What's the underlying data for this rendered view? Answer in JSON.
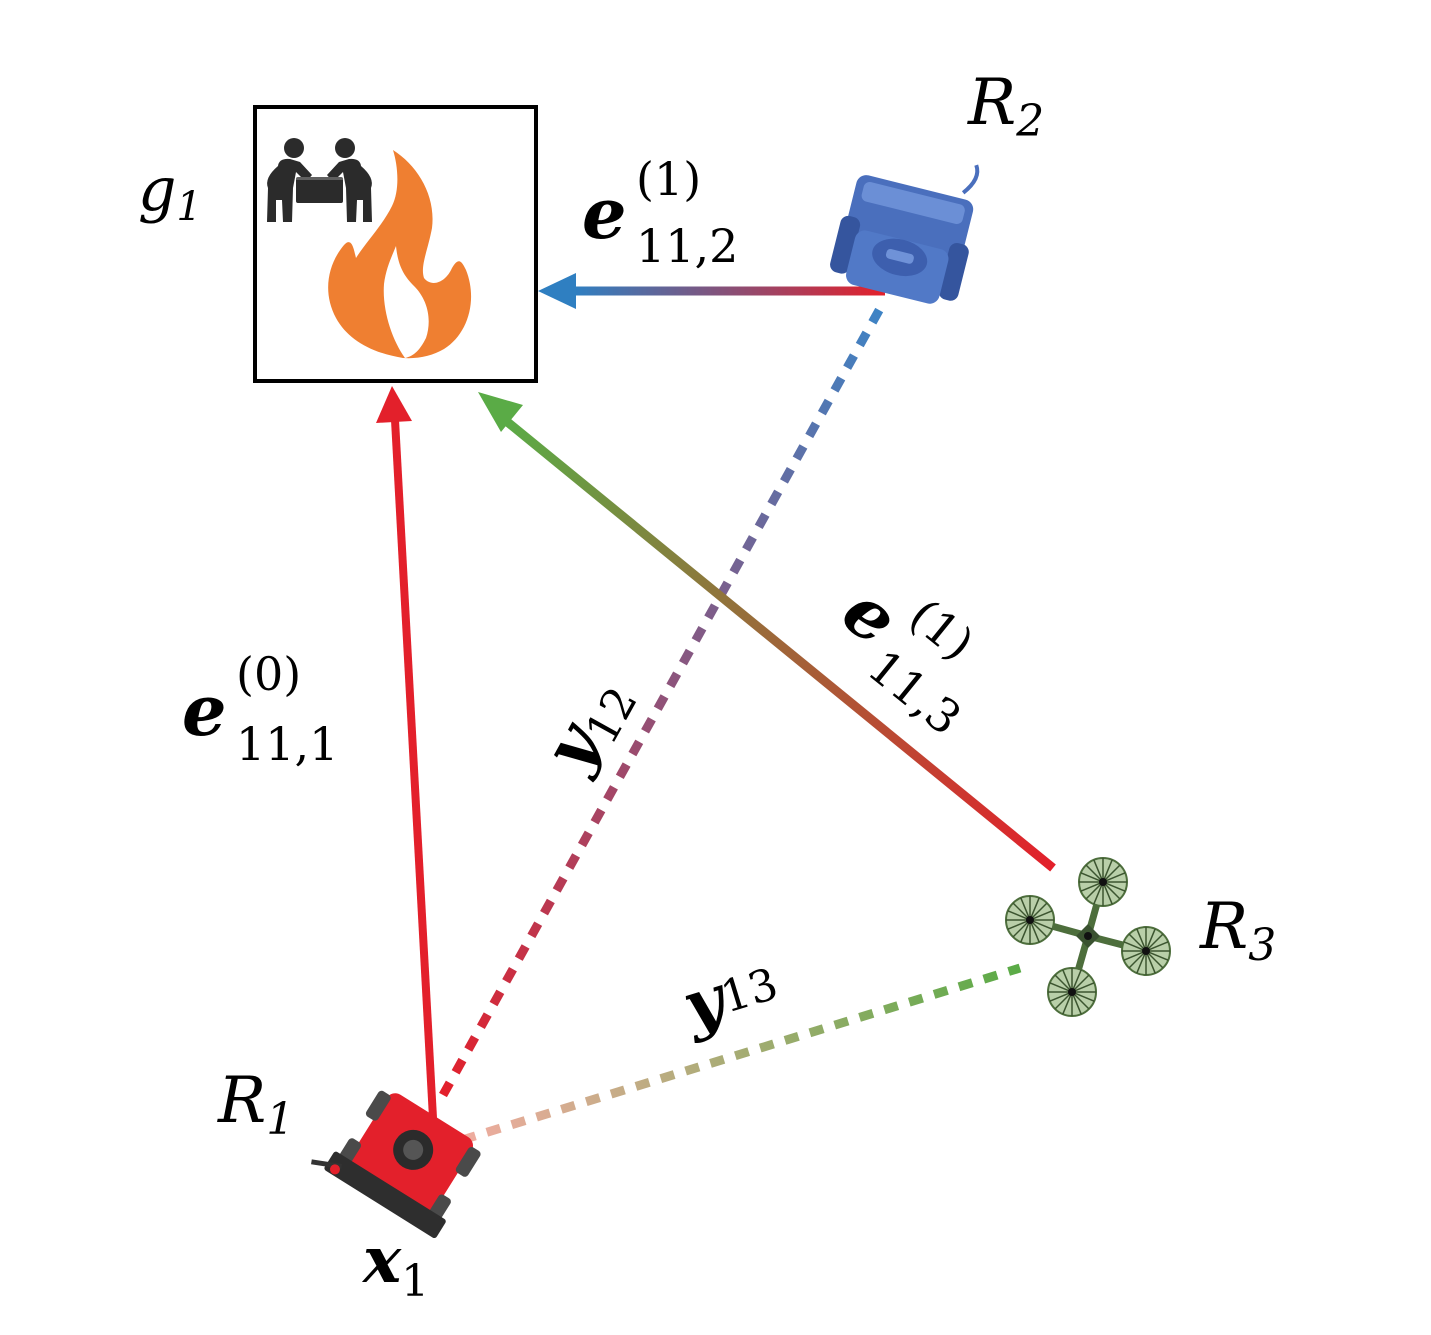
{
  "goal": {
    "label": {
      "main": "g",
      "sub": "1"
    },
    "icons": [
      "people-carrying-box-icon",
      "fire-icon"
    ],
    "colors": {
      "fire": "#ef7f31",
      "people": "#2b2b2b",
      "box_border": "#000000"
    }
  },
  "robots": [
    {
      "id": "r1",
      "label": {
        "main": "R",
        "sub": "1"
      },
      "icon": "ground-robot-icon",
      "color": "#e3202b"
    },
    {
      "id": "r2",
      "label": {
        "main": "R",
        "sub": "2"
      },
      "icon": "ground-robot-icon",
      "color": "#4a6fbd"
    },
    {
      "id": "r3",
      "label": {
        "main": "R",
        "sub": "3"
      },
      "icon": "quadrotor-drone-icon",
      "color": "#5a6e47"
    }
  ],
  "state": {
    "label": {
      "main": "x",
      "sub": "1"
    }
  },
  "edges": [
    {
      "id": "e-11-1",
      "label": {
        "main": "e",
        "sup": "(0)",
        "sub": "11,1"
      },
      "from": "r1",
      "to": "g1",
      "style": "solid",
      "colors": [
        "#e3202b",
        "#e3202b"
      ]
    },
    {
      "id": "e-11-2",
      "label": {
        "main": "e",
        "sup": "(1)",
        "sub": "11,2"
      },
      "from": "r2",
      "to": "g1",
      "style": "solid",
      "colors": [
        "#e3202b",
        "#2f7fc1"
      ]
    },
    {
      "id": "e-11-3",
      "label": {
        "main": "e",
        "sup": "(1)",
        "sub": "11,3"
      },
      "from": "r3",
      "to": "g1",
      "style": "solid",
      "colors": [
        "#e3202b",
        "#5aab46"
      ]
    },
    {
      "id": "y-12",
      "label": {
        "main": "y",
        "sub": "12"
      },
      "from": "r1",
      "to": "r2",
      "style": "dotted",
      "colors": [
        "#e3202b",
        "#3d84c6"
      ]
    },
    {
      "id": "y-13",
      "label": {
        "main": "y",
        "sub": "13"
      },
      "from": "r1",
      "to": "r3",
      "style": "dotted",
      "colors": [
        "#f0aca0",
        "#5aab46"
      ]
    }
  ]
}
